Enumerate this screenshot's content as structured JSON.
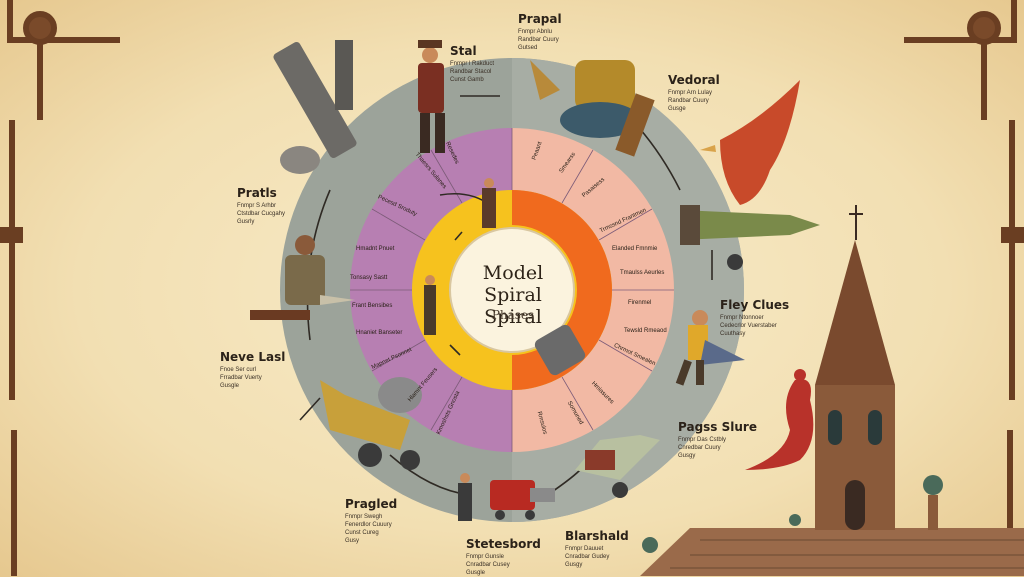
{
  "diagram": {
    "center_title_line1": "Model Spiral",
    "center_title_line2": "Spiral",
    "center_subtitle": "Phases"
  },
  "labels": [
    {
      "id": "stal",
      "title": "Stal",
      "desc": "Fnmpr l Rakduct\nRandbar Stacol\nCunst Gamb"
    },
    {
      "id": "prapal",
      "title": "Prapal",
      "desc": "Fnmpr Abnlu\nRandbar Cuury\nGutsed"
    },
    {
      "id": "vedoral",
      "title": "Vedoral",
      "desc": "Fnmpr Arn Lulay\nRandbar Cuury\nGusge"
    },
    {
      "id": "pratls",
      "title": "Pratls",
      "desc": "Fnmpr S Arhbr\nCtstdbar Cucgahy\nGusrly"
    },
    {
      "id": "fley-clues",
      "title": "Fley Clues",
      "desc": "Fnmpr Ntonnoer\nCedecrlor Vuerstaber\nCuuthasy"
    },
    {
      "id": "neve-lasl",
      "title": "Neve Lasl",
      "desc": "Fnoe Ser curl\nFrradbar Vuerty\nGusgle"
    },
    {
      "id": "pagss-slure",
      "title": "Pagss Slure",
      "desc": "Fnmpr Das Cstbly\nCnredbar Cuury\nGusgy"
    },
    {
      "id": "pragled",
      "title": "Pragled",
      "desc": "Fnmpr Swegh\nFenerdlor Cuuury\nCunst Cureg\nGusy"
    },
    {
      "id": "stetesbord",
      "title": "Stetesbord",
      "desc": "Fnmpr Gunsle\nCnradbar Cusey\nGusgle"
    },
    {
      "id": "blarshald",
      "title": "Blarshald",
      "desc": "Fnmpr Dauuet\nCnradbar Gudey\nGusgy"
    }
  ],
  "ring_texts": {
    "purple": [
      "Pecesd Sroduty",
      "Hmadnt Pnuet",
      "Tonsasy Sastt",
      "Frant Bensibes",
      "Hnaniet Banseter",
      "Mapnet Psonnet",
      "Hlamnt Feusers",
      "Kmoshsts Gnosta",
      "Thaesrs Sulanes",
      "Resedes"
    ],
    "pink": [
      "Peaant",
      "Smearss",
      "Pasaisess",
      "Trmssnd Frantmen",
      "Elanded Fmnmie",
      "Tmaulss Aeurles",
      "Firenmel",
      "Tewsld Rmeaod",
      "Chrmot Smealen",
      "Hmiasures",
      "Somuned",
      "Rmsulos"
    ]
  },
  "colors": {
    "outer_ring": "#9ca39a",
    "purple_band": "#b77fb2",
    "pink_band": "#f2b9a4",
    "yellow_band": "#f6c21e",
    "orange_band": "#f06a1e",
    "hub": "#fbf3de"
  },
  "icons": [
    "cannon-icon",
    "explorer-figure-icon",
    "gramophone-icon",
    "red-bird-icon",
    "rocket-cart-icon",
    "warrior-figure-icon",
    "tank-vehicle-icon",
    "rocket-truck-icon",
    "runner-figure-icon",
    "church-tower-icon",
    "red-dragon-icon",
    "engine-icon",
    "pipe-frame-icon"
  ]
}
